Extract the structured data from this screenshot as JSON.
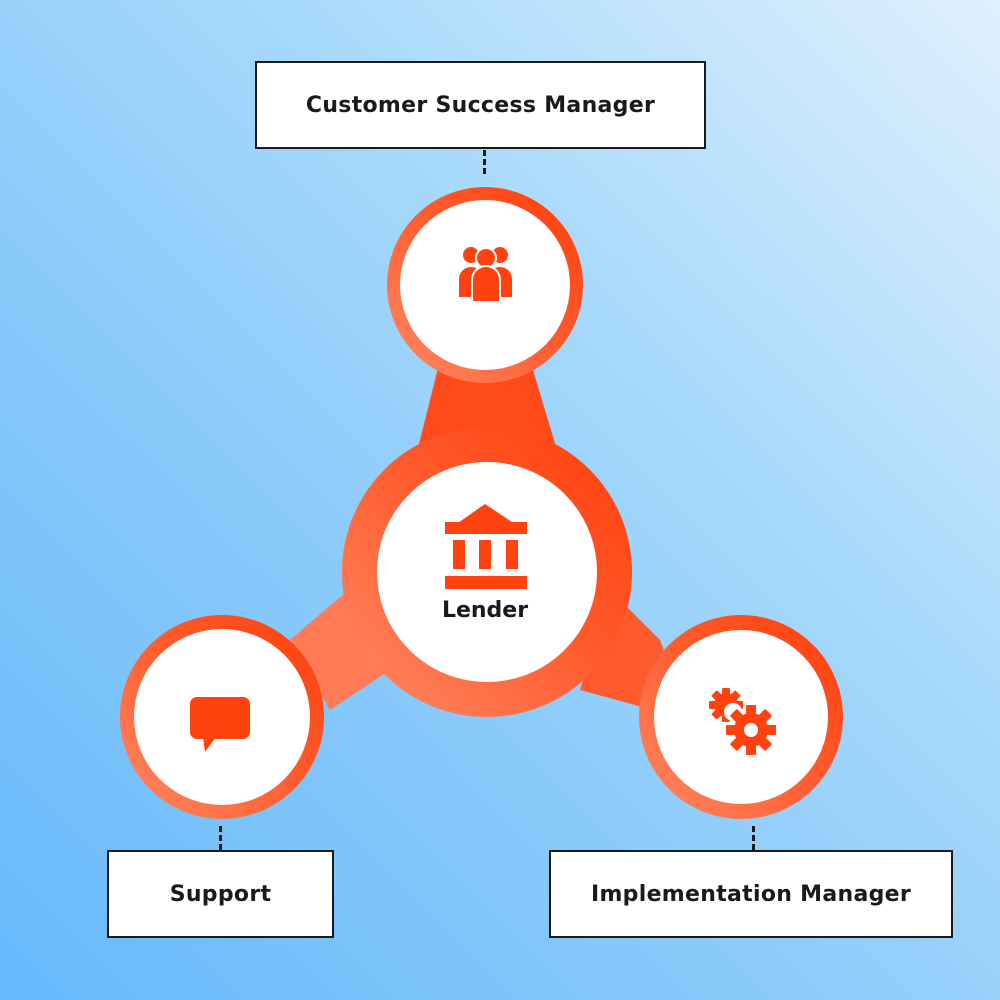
{
  "diagram": {
    "center": {
      "label": "Lender",
      "icon": "bank-icon"
    },
    "nodes": [
      {
        "id": "csm",
        "label": "Customer Success Manager",
        "icon": "people-group-icon",
        "position": "top"
      },
      {
        "id": "support",
        "label": "Support",
        "icon": "chat-bubble-icon",
        "position": "bottom-left"
      },
      {
        "id": "impl",
        "label": "Implementation Manager",
        "icon": "gears-icon",
        "position": "bottom-right"
      }
    ],
    "colors": {
      "accent": "#ff4310",
      "accent_light": "#ff7a55",
      "node_fill": "#ffffff",
      "label_border": "#1a1a1a",
      "text": "#1a1a1a"
    }
  }
}
